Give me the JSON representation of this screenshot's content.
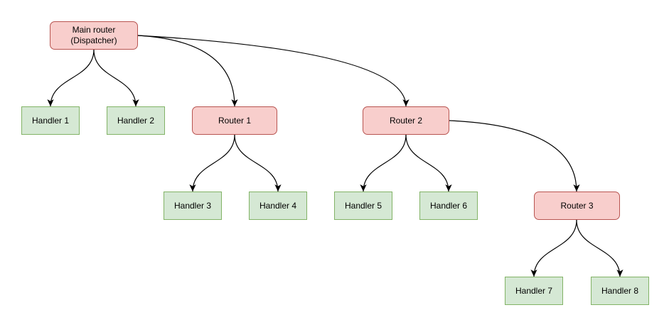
{
  "diagram": {
    "type": "tree-flowchart",
    "background_color": "#ffffff",
    "colors": {
      "router_fill": "#f8cecc",
      "router_border": "#b85450",
      "handler_fill": "#d5e8d4",
      "handler_border": "#82b366",
      "edge_stroke": "#000000",
      "text": "#000000"
    },
    "nodes": [
      {
        "id": "main-router",
        "kind": "router",
        "label": "Main router (Dispatcher)",
        "lines": [
          "Main router",
          "(Dispatcher)"
        ]
      },
      {
        "id": "handler-1",
        "kind": "handler",
        "label": "Handler 1"
      },
      {
        "id": "handler-2",
        "kind": "handler",
        "label": "Handler 2"
      },
      {
        "id": "router-1",
        "kind": "router",
        "label": "Router 1"
      },
      {
        "id": "router-2",
        "kind": "router",
        "label": "Router 2"
      },
      {
        "id": "handler-3",
        "kind": "handler",
        "label": "Handler 3"
      },
      {
        "id": "handler-4",
        "kind": "handler",
        "label": "Handler 4"
      },
      {
        "id": "handler-5",
        "kind": "handler",
        "label": "Handler 5"
      },
      {
        "id": "handler-6",
        "kind": "handler",
        "label": "Handler 6"
      },
      {
        "id": "router-3",
        "kind": "router",
        "label": "Router 3"
      },
      {
        "id": "handler-7",
        "kind": "handler",
        "label": "Handler 7"
      },
      {
        "id": "handler-8",
        "kind": "handler",
        "label": "Handler 8"
      }
    ],
    "edges": [
      {
        "from": "main-router",
        "to": "handler-1"
      },
      {
        "from": "main-router",
        "to": "handler-2"
      },
      {
        "from": "main-router",
        "to": "router-1"
      },
      {
        "from": "main-router",
        "to": "router-2"
      },
      {
        "from": "router-1",
        "to": "handler-3"
      },
      {
        "from": "router-1",
        "to": "handler-4"
      },
      {
        "from": "router-2",
        "to": "handler-5"
      },
      {
        "from": "router-2",
        "to": "handler-6"
      },
      {
        "from": "router-2",
        "to": "router-3"
      },
      {
        "from": "router-3",
        "to": "handler-7"
      },
      {
        "from": "router-3",
        "to": "handler-8"
      }
    ]
  }
}
